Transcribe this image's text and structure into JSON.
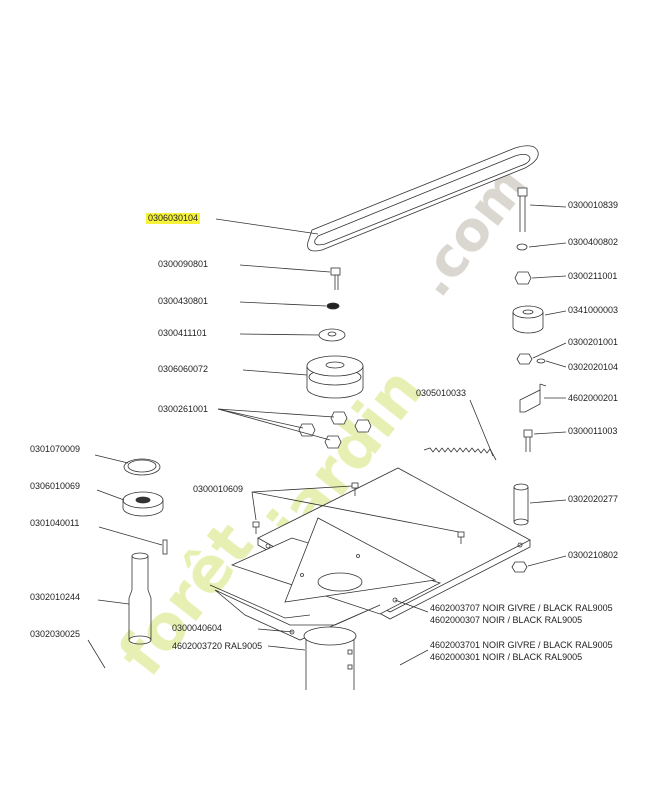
{
  "diagram": {
    "watermark": "foret-jardin.com",
    "watermark_colors": {
      "primary": "#e3eea4",
      "secondary": "#d3d0c8"
    },
    "highlight_color": "#f6f23a",
    "labels": {
      "belt": "0306030104",
      "bolt_0300090801": "0300090801",
      "washer_0300430801": "0300430801",
      "washer_0300411101": "0300411101",
      "pulley_0306060072": "0306060072",
      "nuts_0300261001": "0300261001",
      "ring_0301070009": "0301070009",
      "bushing_0306010069": "0306010069",
      "pin_0301040011": "0301040011",
      "shaft_0302010244": "0302010244",
      "tube_0302030025": "0302030025",
      "bolt_0300010839": "0300010839",
      "washer_0300400802": "0300400802",
      "nut_0300211001": "0300211001",
      "idler_0341000003": "0341000003",
      "nut_0300201001": "0300201001",
      "washer_0302020104": "0302020104",
      "bracket_4602000201": "4602000201",
      "bolt_0300011003": "0300011003",
      "spring_0305010033": "0305010033",
      "spacer_0302020277": "0302020277",
      "bolts_0300010609": "0300010609",
      "nut_0300210802": "0300210802",
      "plate_0300040604": "0300040604",
      "deck_4602003720": "4602003720 RAL9005",
      "frame_line1": "4602003707 NOIR GIVRE / BLACK RAL9005",
      "frame_line2": "4602000307 NOIR / BLACK RAL9005",
      "base_line1": "4602003701 NOIR GIVRE / BLACK RAL9005",
      "base_line2": "4602000301 NOIR / BLACK RAL9005"
    }
  }
}
